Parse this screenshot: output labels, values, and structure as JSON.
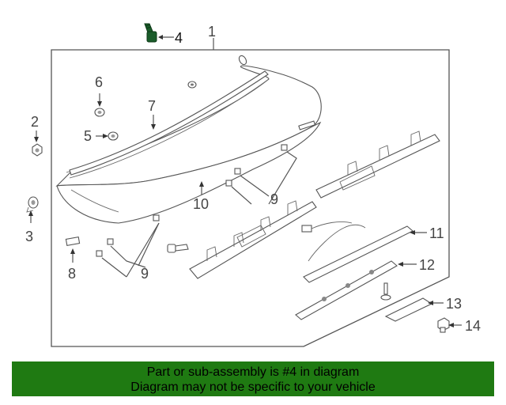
{
  "diagram": {
    "callouts": {
      "c1": "1",
      "c2": "2",
      "c3": "3",
      "c4": "4",
      "c5": "5",
      "c6": "6",
      "c7": "7",
      "c8": "8",
      "c9a": "9",
      "c9b": "9",
      "c10": "10",
      "c11": "11",
      "c12": "12",
      "c13": "13",
      "c14": "14"
    },
    "highlight_color": "#1a5c2a"
  },
  "banner": {
    "line1": "Part or sub-assembly is #4 in diagram",
    "line2": "Diagram may not be specific to your vehicle",
    "background": "#1f7a12"
  }
}
